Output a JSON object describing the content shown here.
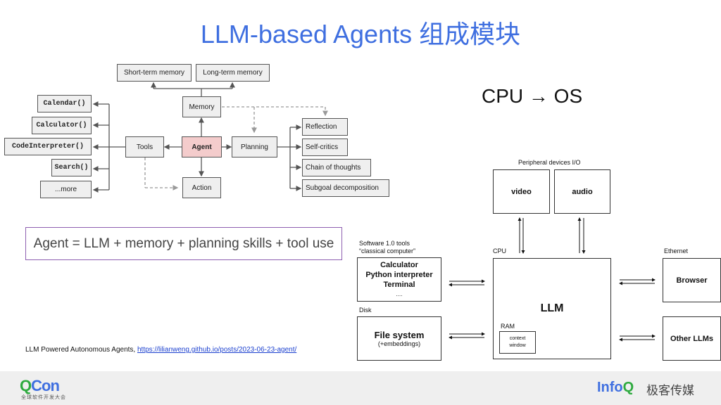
{
  "title": "LLM-based Agents 组成模块",
  "left_diagram": {
    "agent": "Agent",
    "memory": "Memory",
    "short_term_memory": "Short-term memory",
    "long_term_memory": "Long-term memory",
    "tools": "Tools",
    "action": "Action",
    "planning": "Planning",
    "tool_items": [
      "Calendar()",
      "Calculator()",
      "CodeInterpreter()",
      "Search()",
      "...more"
    ],
    "planning_items": [
      "Reflection",
      "Self-critics",
      "Chain of thoughts",
      "Subgoal decomposition"
    ],
    "agent_color": "#f4cccc"
  },
  "formula": "Agent = LLM + memory + planning skills + tool use",
  "citation": {
    "text": "LLM Powered Autonomous Agents, ",
    "link": "https://lilianweng.github.io/posts/2023-06-23-agent/"
  },
  "cpu_os": "CPU → OS",
  "right_diagram": {
    "peripheral_label": "Peripheral devices I/O",
    "video": "video",
    "audio": "audio",
    "software_label_1": "Software 1.0 tools",
    "software_label_2": "“classical computer”",
    "software_items": [
      "Calculator",
      "Python interpreter",
      "Terminal",
      "...."
    ],
    "disk_label": "Disk",
    "file_system": "File system",
    "file_system_sub": "(+embeddings)",
    "cpu_label": "CPU",
    "llm": "LLM",
    "ram_label": "RAM",
    "context_window_1": "context",
    "context_window_2": "window",
    "ethernet_label": "Ethernet",
    "browser": "Browser",
    "other_llms": "Other LLMs"
  },
  "footer": {
    "qcon_q": "Q",
    "qcon_rest": "Con",
    "qcon_sub": "全球软件开发大会",
    "infoq_a": "Info",
    "infoq_q": "Q",
    "geek": "极客传媒"
  }
}
